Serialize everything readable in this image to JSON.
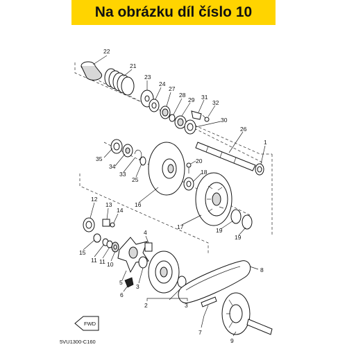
{
  "banner": {
    "text": "Na obrázku díl číslo 10",
    "color": "#FFD400"
  },
  "diagram_code": "5VU1300-C160",
  "fwd_label": "FWD",
  "callouts": [
    "22",
    "21",
    "23",
    "24",
    "27",
    "28",
    "29",
    "31",
    "32",
    "30",
    "26",
    "1",
    "35",
    "34",
    "33",
    "25",
    "20",
    "18",
    "16",
    "17",
    "19",
    "19",
    "12",
    "13",
    "14",
    "15",
    "11",
    "11",
    "10",
    "4",
    "5",
    "6",
    "3",
    "2",
    "3",
    "8",
    "7",
    "9"
  ]
}
